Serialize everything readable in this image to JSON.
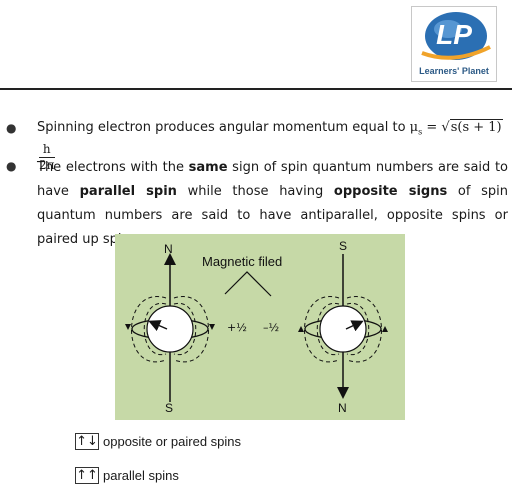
{
  "header": {
    "logo_letters": "LP",
    "logo_caption": "Learners' Planet"
  },
  "bullets": [
    {
      "text": "Spinning electron produces angular momentum equal to",
      "formula": {
        "mu": "μ",
        "sub": "s",
        "eq": " = ",
        "radicand": "s(s + 1)",
        "numerator": "h",
        "denominator": "2π"
      }
    },
    {
      "segments": [
        {
          "text": "The electrons with the ",
          "bold": false
        },
        {
          "text": "same",
          "bold": true
        },
        {
          "text": " sign of spin quantum numbers are said to have ",
          "bold": false
        },
        {
          "text": "parallel spin",
          "bold": true
        },
        {
          "text": " while those having ",
          "bold": false
        },
        {
          "text": "opposite signs",
          "bold": true
        },
        {
          "text": " of spin quantum numbers are said to have antiparallel, opposite spins or paired up spins.",
          "bold": false
        }
      ]
    }
  ],
  "figure": {
    "title": "Magnetic filed",
    "left": {
      "top_label": "N",
      "bottom_label": "S",
      "spin": "+½"
    },
    "right": {
      "top_label": "S",
      "bottom_label": "N",
      "spin": "–½"
    },
    "colors": {
      "background": "#c6d9a7",
      "stroke": "#111111"
    }
  },
  "legend": [
    {
      "symbol": "↑↓",
      "text": "opposite or paired spins"
    },
    {
      "symbol": "↑↑",
      "text": "parallel spins"
    }
  ]
}
